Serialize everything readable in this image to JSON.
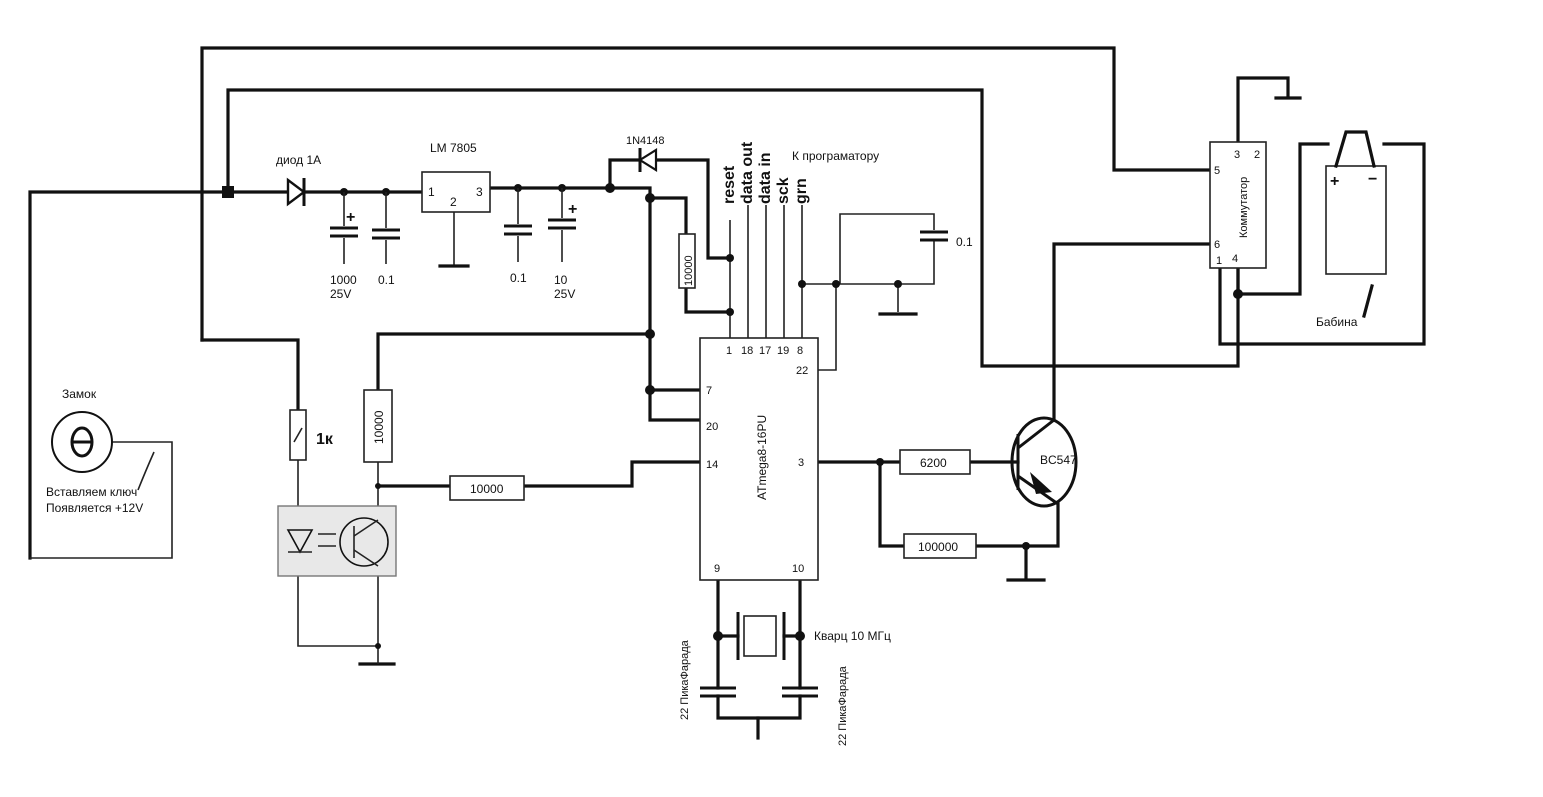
{
  "labels": {
    "diode_1a": "диод 1А",
    "regulator": "LM 7805",
    "reg_pin1": "1",
    "reg_pin2": "2",
    "reg_pin3": "3",
    "cap_1000": "1000",
    "cap_1000_v": "25V",
    "cap_01_a": "0.1",
    "cap_01_b": "0.1",
    "cap_10": "10",
    "cap_10_v": "25V",
    "cap_01_c": "0.1",
    "diode_1n4148": "1N4148",
    "programmer": "К програматору",
    "prog_reset": "reset",
    "prog_data_out": "data out",
    "prog_data_in": "data in",
    "prog_sck": "sck",
    "prog_grn": "grn",
    "res_10000_top": "10000",
    "res_10000_left": "10000",
    "res_10000_mid": "10000",
    "res_1k": "1к",
    "res_6200": "6200",
    "res_100000": "100000",
    "mcu": "ATmega8-16PU",
    "pin_1": "1",
    "pin_18": "18",
    "pin_17": "17",
    "pin_19": "19",
    "pin_8": "8",
    "pin_22": "22",
    "pin_7": "7",
    "pin_20": "20",
    "pin_14": "14",
    "pin_3": "3",
    "pin_9": "9",
    "pin_10": "10",
    "transistor": "BC547",
    "crystal": "Кварц 10 МГц",
    "cap_22_left": "22 ПикаФарада",
    "cap_22_right": "22 ПикаФарада",
    "lock": "Замок",
    "lock_note_1": "Вставляем ключ",
    "lock_note_2": "Появляется +12V",
    "commutator": "Коммутатор",
    "comm_pin3": "3",
    "comm_pin2": "2",
    "comm_pin5": "5",
    "comm_pin6": "6",
    "comm_pin1": "1",
    "comm_pin4": "4",
    "coil": "Бабина",
    "coil_plus": "+",
    "coil_minus": "−",
    "plus_sign": "+"
  }
}
